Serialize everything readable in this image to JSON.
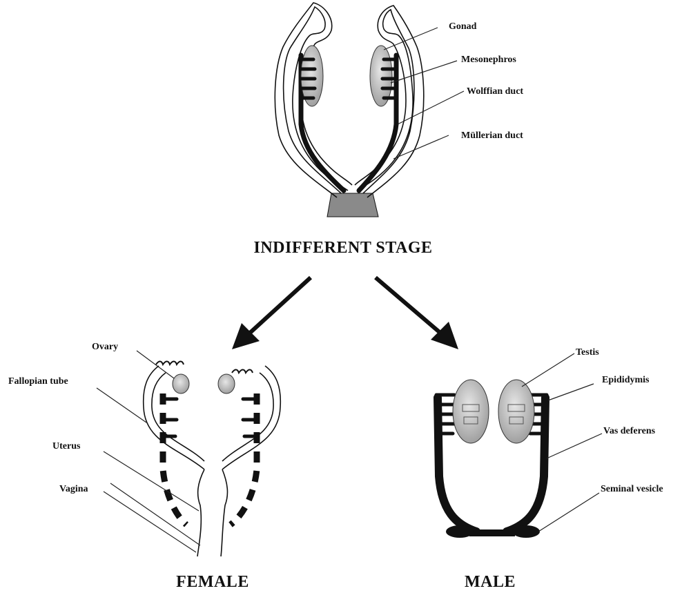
{
  "indifferent": {
    "title": "INDIFFERENT STAGE",
    "labels": {
      "gonad": "Gonad",
      "mesonephros": "Mesonephros",
      "wolffian_duct": "Wolffian duct",
      "mullerian_duct": "Müllerian duct"
    }
  },
  "female": {
    "title": "FEMALE",
    "labels": {
      "ovary": "Ovary",
      "fallopian_tube": "Fallopian tube",
      "uterus": "Uterus",
      "vagina": "Vagina"
    }
  },
  "male": {
    "title": "MALE",
    "labels": {
      "testis": "Testis",
      "epididymis": "Epididymis",
      "vas_deferens": "Vas deferens",
      "seminal_vesicle": "Seminal vesicle"
    }
  },
  "colors": {
    "ink": "#111111",
    "gonad_fill": "#c8c8c8",
    "urogenital_sinus": "#8a8a8a"
  }
}
